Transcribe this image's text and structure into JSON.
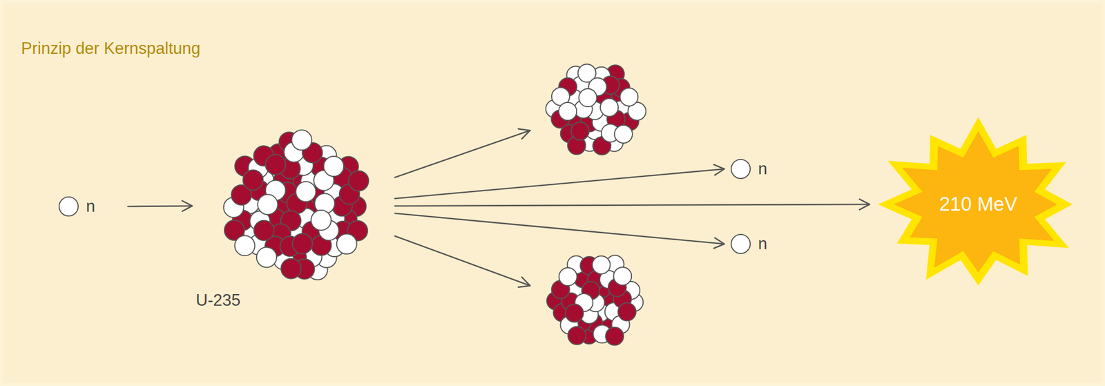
{
  "diagram": {
    "title": "Prinzip der Kernspaltung",
    "nodes": [
      {
        "text": [
          "n"
        ]
      },
      {
        "text": [
          "U-235"
        ]
      },
      {
        "text": [
          "n"
        ]
      },
      {
        "text": [
          "n"
        ]
      },
      {
        "text": [
          "210 MeV"
        ]
      }
    ],
    "edges": [
      {
        "from": 0,
        "to": 1,
        "arrow": "to"
      },
      {
        "from": 1,
        "to": 2,
        "arrow": "to"
      },
      {
        "from": 1,
        "to": 4,
        "arrow": "to"
      },
      {
        "from": 1,
        "to": 3,
        "arrow": "to"
      }
    ]
  }
}
